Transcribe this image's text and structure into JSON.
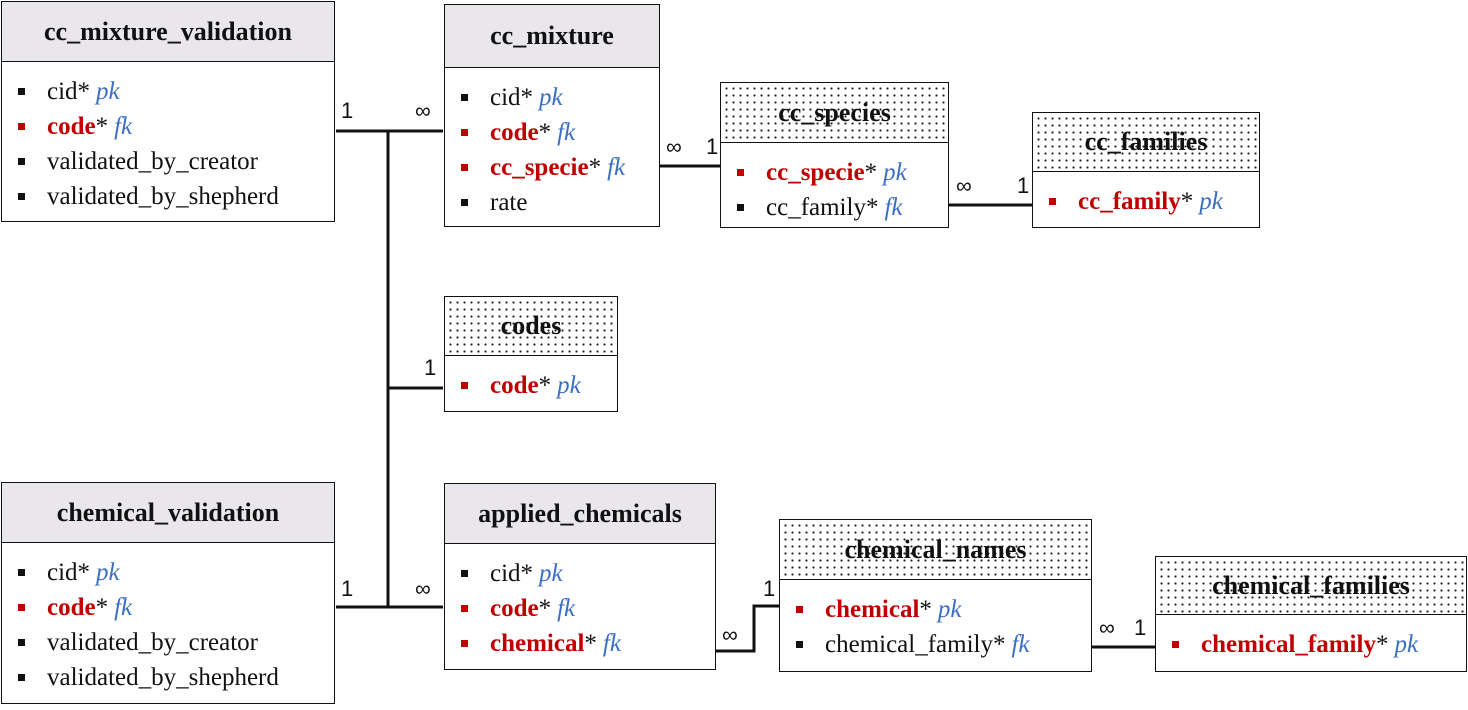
{
  "tables": {
    "cc_mixture_validation": {
      "title": "cc_mixture_validation",
      "fields": [
        {
          "name": "cid",
          "star": "*",
          "tag": "pk",
          "key": false
        },
        {
          "name": "code",
          "star": "*",
          "tag": "fk",
          "key": true
        },
        {
          "name": "validated_by_creator",
          "star": "",
          "tag": "",
          "key": false
        },
        {
          "name": "validated_by_shepherd",
          "star": "",
          "tag": "",
          "key": false
        }
      ]
    },
    "cc_mixture": {
      "title": "cc_mixture",
      "fields": [
        {
          "name": "cid",
          "star": "*",
          "tag": "pk",
          "key": false
        },
        {
          "name": "code",
          "star": "*",
          "tag": "fk",
          "key": true
        },
        {
          "name": "cc_specie",
          "star": "*",
          "tag": "fk",
          "key": true
        },
        {
          "name": "rate",
          "star": "",
          "tag": "",
          "key": false
        }
      ]
    },
    "cc_species": {
      "title": "cc_species",
      "fields": [
        {
          "name": "cc_specie",
          "star": "*",
          "tag": "pk",
          "key": true
        },
        {
          "name": "cc_family",
          "star": "*",
          "tag": "fk",
          "key": false
        }
      ]
    },
    "cc_families": {
      "title": "cc_families",
      "fields": [
        {
          "name": "cc_family",
          "star": "*",
          "tag": "pk",
          "key": true
        }
      ]
    },
    "codes": {
      "title": "codes",
      "fields": [
        {
          "name": "code",
          "star": "*",
          "tag": "pk",
          "key": true
        }
      ]
    },
    "chemical_validation": {
      "title": "chemical_validation",
      "fields": [
        {
          "name": "cid",
          "star": "*",
          "tag": "pk",
          "key": false
        },
        {
          "name": "code",
          "star": "*",
          "tag": "fk",
          "key": true
        },
        {
          "name": "validated_by_creator",
          "star": "",
          "tag": "",
          "key": false
        },
        {
          "name": "validated_by_shepherd",
          "star": "",
          "tag": "",
          "key": false
        }
      ]
    },
    "applied_chemicals": {
      "title": "applied_chemicals",
      "fields": [
        {
          "name": "cid",
          "star": "*",
          "tag": "pk",
          "key": false
        },
        {
          "name": "code",
          "star": "*",
          "tag": "fk",
          "key": true
        },
        {
          "name": "chemical",
          "star": "*",
          "tag": "fk",
          "key": true
        }
      ]
    },
    "chemical_names": {
      "title": "chemical_names",
      "fields": [
        {
          "name": "chemical",
          "star": "*",
          "tag": "pk",
          "key": true
        },
        {
          "name": "chemical_family",
          "star": "*",
          "tag": "fk",
          "key": false
        }
      ]
    },
    "chemical_families": {
      "title": "chemical_families",
      "fields": [
        {
          "name": "chemical_family",
          "star": "*",
          "tag": "pk",
          "key": true
        }
      ]
    }
  },
  "cardinality": {
    "mv_one": "1",
    "mix_many": "∞",
    "mix_sp_many": "∞",
    "sp_one": "1",
    "sp_fam_many": "∞",
    "fam_one": "1",
    "codes_one": "1",
    "cv_one": "1",
    "ac_many": "∞",
    "ac_cn_many": "∞",
    "cn_one": "1",
    "cn_cf_many": "∞",
    "cf_one": "1"
  },
  "colors": {
    "key": "#c00000",
    "tag": "#3b6fc3",
    "line": "#111111",
    "solid_header": "#e9e7ec"
  }
}
